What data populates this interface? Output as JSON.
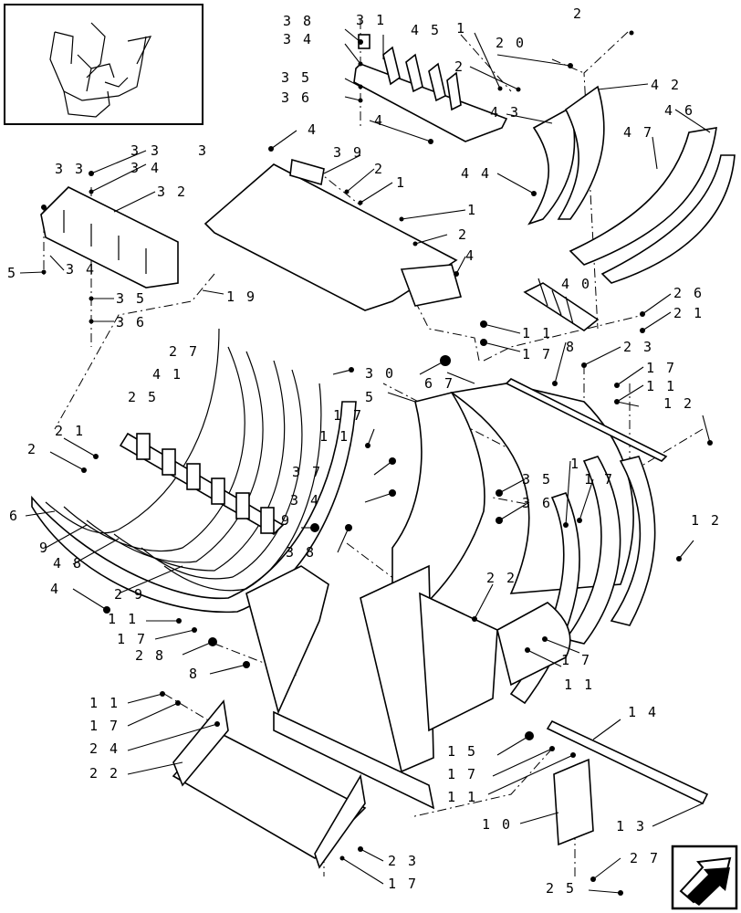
{
  "diagram": {
    "callouts": [
      {
        "id": "c1",
        "text": "2"
      },
      {
        "id": "c2",
        "text": "3 8"
      },
      {
        "id": "c3",
        "text": "3 1"
      },
      {
        "id": "c4",
        "text": "4 5"
      },
      {
        "id": "c5",
        "text": "1"
      },
      {
        "id": "c6",
        "text": "2 0"
      },
      {
        "id": "c7",
        "text": "3 4"
      },
      {
        "id": "c8",
        "text": "2"
      },
      {
        "id": "c9",
        "text": "4 2"
      },
      {
        "id": "c10",
        "text": "3 5"
      },
      {
        "id": "c11",
        "text": "3 6"
      },
      {
        "id": "c12",
        "text": "4 3"
      },
      {
        "id": "c13",
        "text": "4"
      },
      {
        "id": "c14",
        "text": "4 6"
      },
      {
        "id": "c15",
        "text": "4"
      },
      {
        "id": "c16",
        "text": "4 7"
      },
      {
        "id": "c17",
        "text": "3 3"
      },
      {
        "id": "c18",
        "text": "3"
      },
      {
        "id": "c19",
        "text": "3 9"
      },
      {
        "id": "c20",
        "text": "3 3"
      },
      {
        "id": "c21",
        "text": "3 4"
      },
      {
        "id": "c22",
        "text": "2"
      },
      {
        "id": "c23",
        "text": "4 4"
      },
      {
        "id": "c24",
        "text": "1"
      },
      {
        "id": "c25",
        "text": "3 2"
      },
      {
        "id": "c26",
        "text": "1"
      },
      {
        "id": "c27",
        "text": "2"
      },
      {
        "id": "c28",
        "text": "4"
      },
      {
        "id": "c29",
        "text": "5"
      },
      {
        "id": "c30",
        "text": "3 4"
      },
      {
        "id": "c31",
        "text": "4 0"
      },
      {
        "id": "c32",
        "text": "1 9"
      },
      {
        "id": "c33",
        "text": "3 5"
      },
      {
        "id": "c34",
        "text": "2 6"
      },
      {
        "id": "c35",
        "text": "3 6"
      },
      {
        "id": "c36",
        "text": "2 1"
      },
      {
        "id": "c37",
        "text": "1 1"
      },
      {
        "id": "c38",
        "text": "2 7"
      },
      {
        "id": "c39",
        "text": "1 7"
      },
      {
        "id": "c40",
        "text": "8"
      },
      {
        "id": "c41",
        "text": "2 3"
      },
      {
        "id": "c42",
        "text": "4 1"
      },
      {
        "id": "c43",
        "text": "3 0"
      },
      {
        "id": "c44",
        "text": "1 7"
      },
      {
        "id": "c45",
        "text": "2 5"
      },
      {
        "id": "c46",
        "text": "6 7"
      },
      {
        "id": "c47",
        "text": "1 1"
      },
      {
        "id": "c48",
        "text": "5"
      },
      {
        "id": "c49",
        "text": "1 2"
      },
      {
        "id": "c50",
        "text": "1 7"
      },
      {
        "id": "c51",
        "text": "1 1"
      },
      {
        "id": "c52",
        "text": "2 1"
      },
      {
        "id": "c53",
        "text": "2"
      },
      {
        "id": "c54",
        "text": "3 7"
      },
      {
        "id": "c55",
        "text": "1"
      },
      {
        "id": "c56",
        "text": "3 5"
      },
      {
        "id": "c57",
        "text": "1 7"
      },
      {
        "id": "c58",
        "text": "3 4"
      },
      {
        "id": "c59",
        "text": "3 6"
      },
      {
        "id": "c60",
        "text": "6"
      },
      {
        "id": "c61",
        "text": "9"
      },
      {
        "id": "c62",
        "text": "1 2"
      },
      {
        "id": "c63",
        "text": "9"
      },
      {
        "id": "c64",
        "text": "4 8"
      },
      {
        "id": "c65",
        "text": "3 8"
      },
      {
        "id": "c66",
        "text": "2 9"
      },
      {
        "id": "c67",
        "text": "2 2"
      },
      {
        "id": "c68",
        "text": "4"
      },
      {
        "id": "c69",
        "text": "1 1"
      },
      {
        "id": "c70",
        "text": "1 7"
      },
      {
        "id": "c71",
        "text": "1 7"
      },
      {
        "id": "c72",
        "text": "2 8"
      },
      {
        "id": "c73",
        "text": "1 1"
      },
      {
        "id": "c74",
        "text": "8"
      },
      {
        "id": "c75",
        "text": "1 4"
      },
      {
        "id": "c76",
        "text": "1 1"
      },
      {
        "id": "c77",
        "text": "1 7"
      },
      {
        "id": "c78",
        "text": "1 5"
      },
      {
        "id": "c79",
        "text": "2 4"
      },
      {
        "id": "c80",
        "text": "1 7"
      },
      {
        "id": "c81",
        "text": "2 2"
      },
      {
        "id": "c82",
        "text": "1 1"
      },
      {
        "id": "c83",
        "text": "1 0"
      },
      {
        "id": "c84",
        "text": "1 3"
      },
      {
        "id": "c85",
        "text": "2 3"
      },
      {
        "id": "c86",
        "text": "2 7"
      },
      {
        "id": "c87",
        "text": "1 7"
      },
      {
        "id": "c88",
        "text": "2 5"
      }
    ],
    "nav_icon": "next-page-arrow-icon"
  }
}
